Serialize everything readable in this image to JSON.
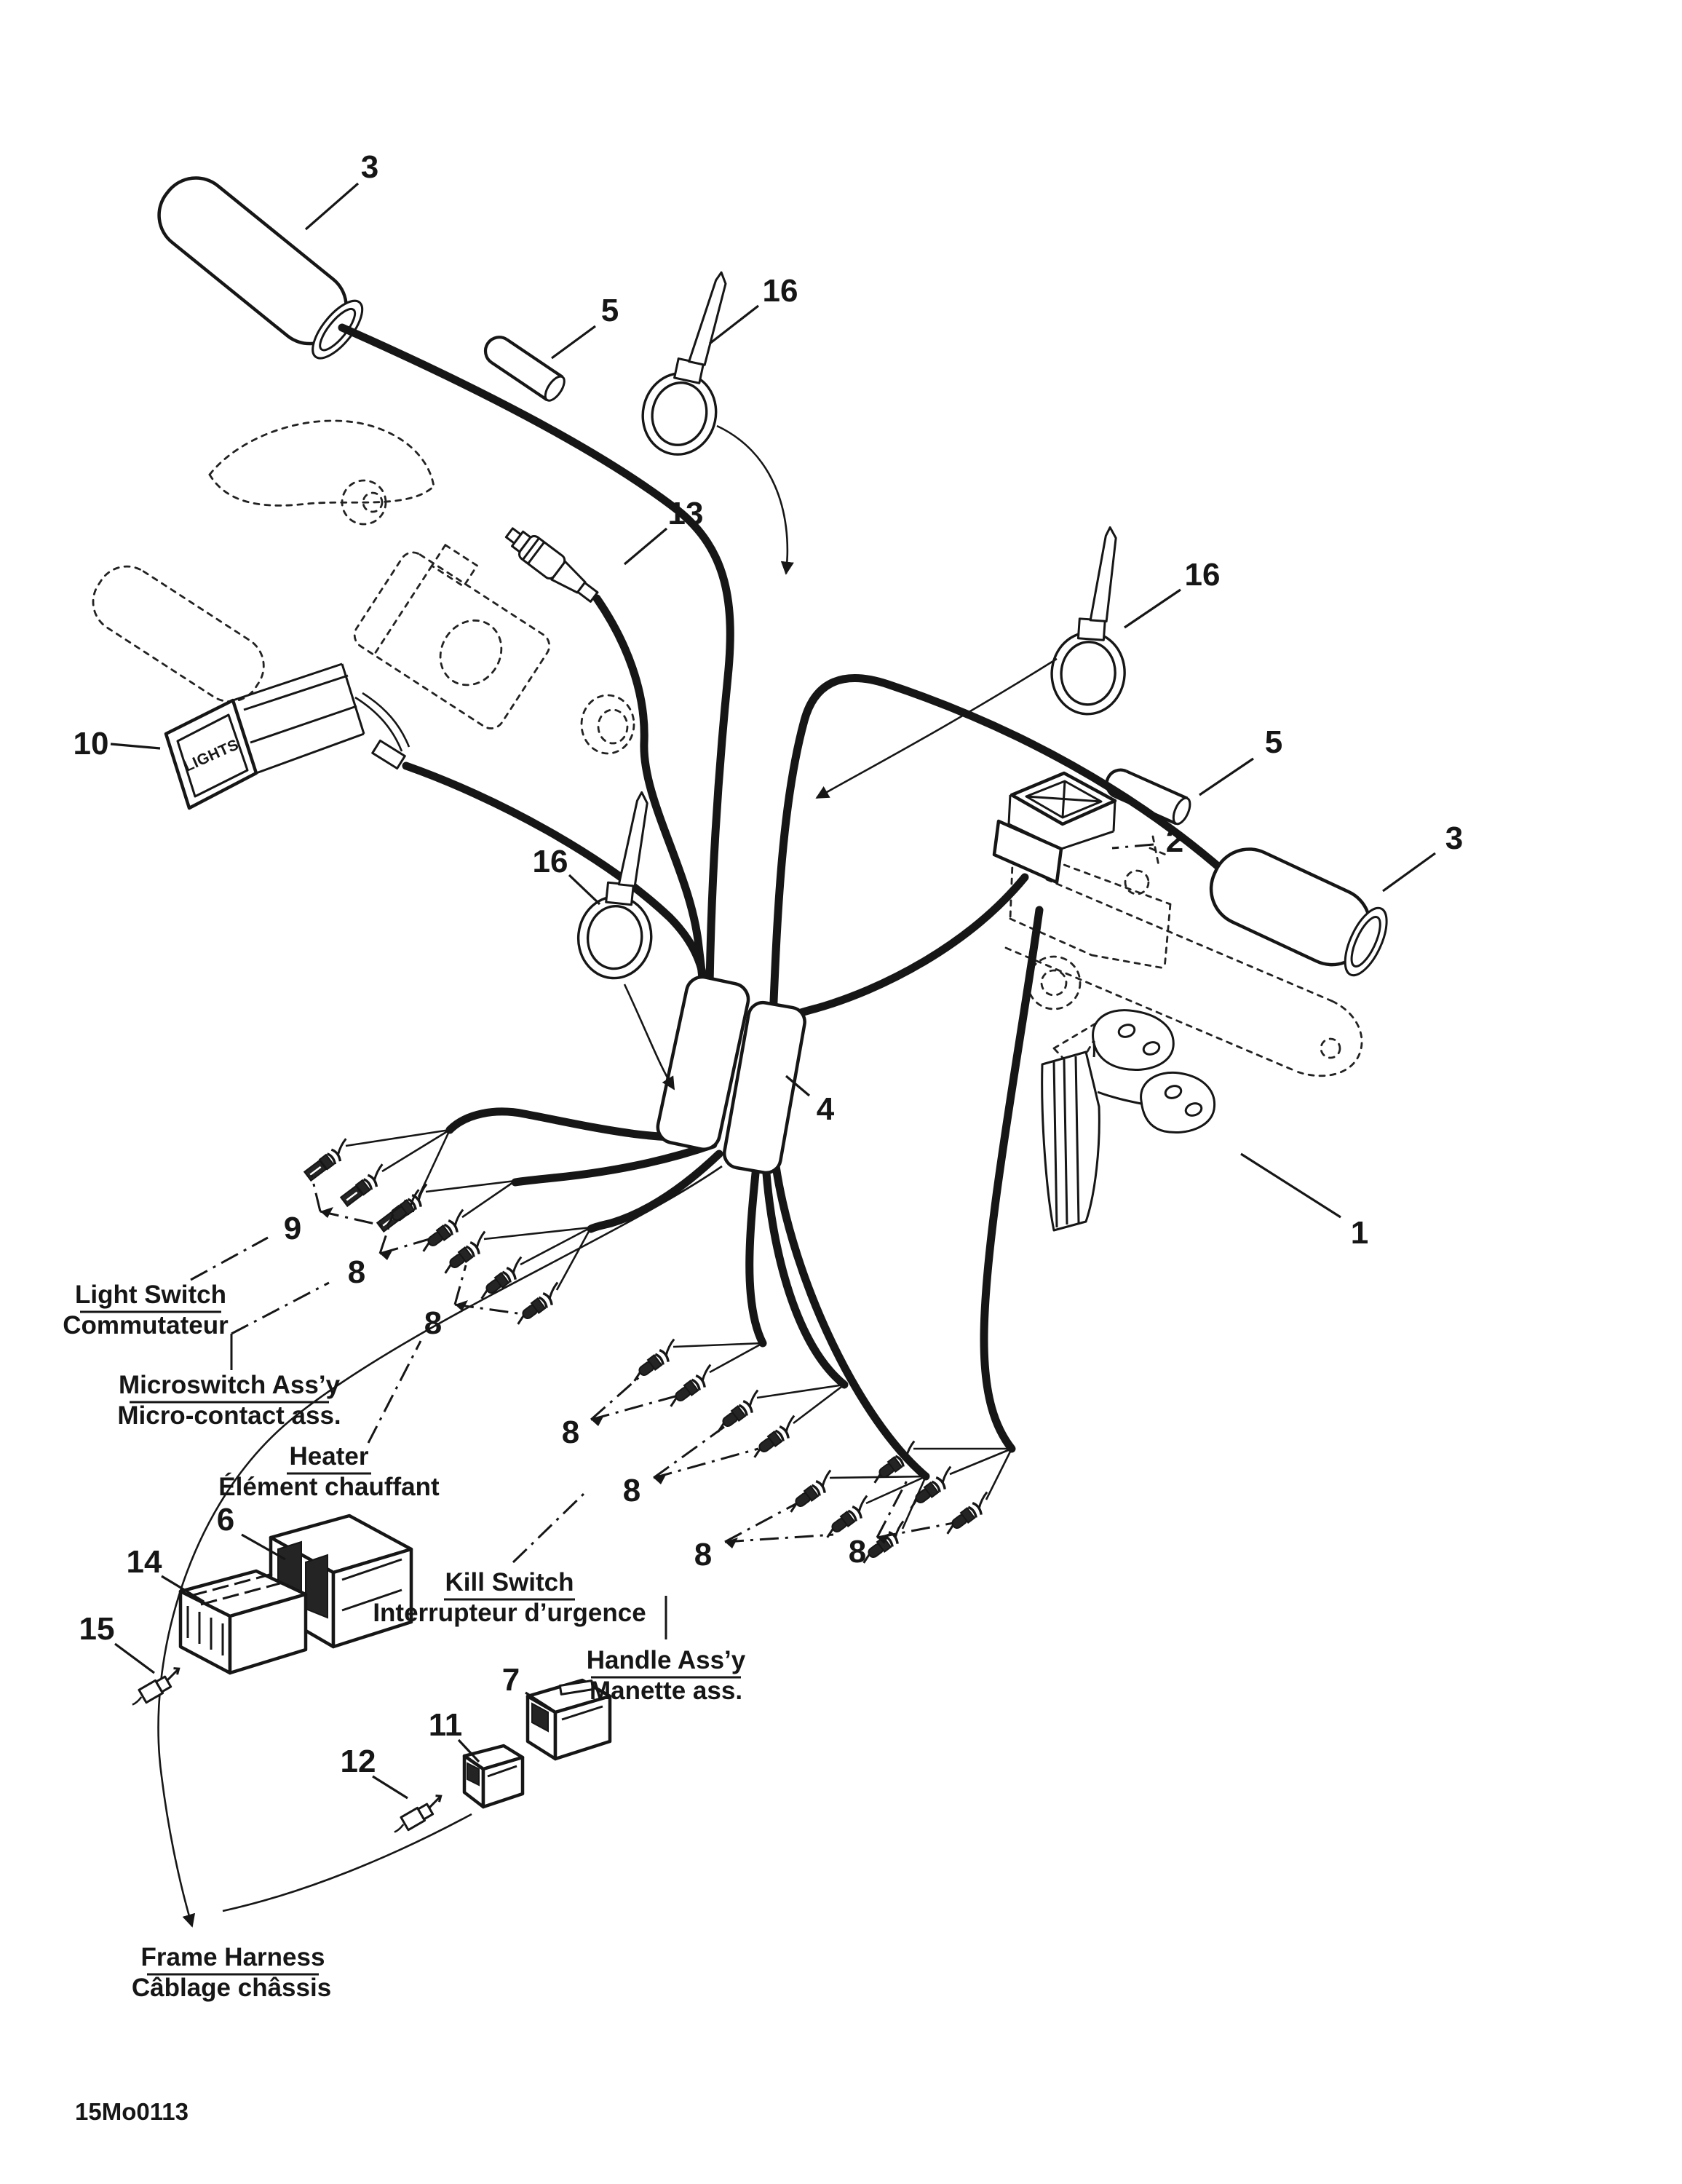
{
  "document": {
    "type": "parts-diagram",
    "title_hint": "Steering harness exploded parts diagram",
    "part_code": "15Mo0113",
    "ink_color": "#161616",
    "paper_color": "#ffffff"
  },
  "callouts": {
    "grip_left": "3",
    "heat_tube_left": "5",
    "cable_tie_top": "16",
    "connector_13": "13",
    "light_switch": "10",
    "cable_tie_right": "16",
    "heat_tube_right": "5",
    "kill_switch": "2",
    "grip_right": "3",
    "cable_tie_center": "16",
    "protective_sleeve": "4",
    "throttle_lever": "1",
    "light_switch_terminals": "9",
    "microswitch_terminals": "8",
    "heater_terminals": "8",
    "kill_switch_terminals_a": "8",
    "kill_switch_terminals_b": "8",
    "handle_terminals_a": "8",
    "handle_terminals_b": "8",
    "connector_housing_6": "6",
    "connector_housing_14": "14",
    "terminal_pin_15": "15",
    "connector_housing_7": "7",
    "connector_housing_11": "11",
    "terminal_pin_12": "12"
  },
  "labels": {
    "light_switch": {
      "en": "Light Switch",
      "fr": "Commutateur"
    },
    "microswitch": {
      "en": "Microswitch Ass’y",
      "fr": "Micro-contact ass."
    },
    "heater": {
      "en": "Heater",
      "fr": "Élément chauffant"
    },
    "kill_switch": {
      "en": "Kill Switch",
      "fr": "Interrupteur d’urgence"
    },
    "handle_assy": {
      "en": "Handle Ass’y",
      "fr": "Manette ass."
    },
    "frame_harness": {
      "en": "Frame Harness",
      "fr": "Câblage châssis"
    }
  },
  "switch_face": {
    "lights": "LIGHTS"
  }
}
